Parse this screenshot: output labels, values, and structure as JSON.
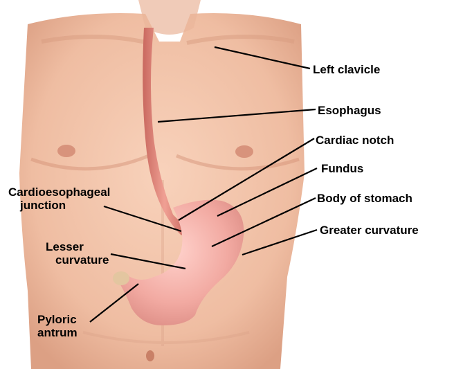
{
  "labels": {
    "left_clavicle": "Left clavicle",
    "esophagus": "Esophagus",
    "cardiac_notch": "Cardiac notch",
    "fundus": "Fundus",
    "body_of_stomach": "Body of stomach",
    "greater_curvature": "Greater curvature",
    "cardioesophageal_junction": [
      "Cardioesophageal",
      "junction"
    ],
    "lesser_curvature": [
      "Lesser",
      "curvature"
    ],
    "pyloric_antrum": [
      "Pyloric",
      "antrum"
    ]
  },
  "colors": {
    "skin": "#f2c2a6",
    "skin_shadow": "#d9967c",
    "stomach": "#f0a8a0",
    "esophagus": "#e48a7e",
    "label_text": "#000000",
    "leader_line": "#000000"
  }
}
